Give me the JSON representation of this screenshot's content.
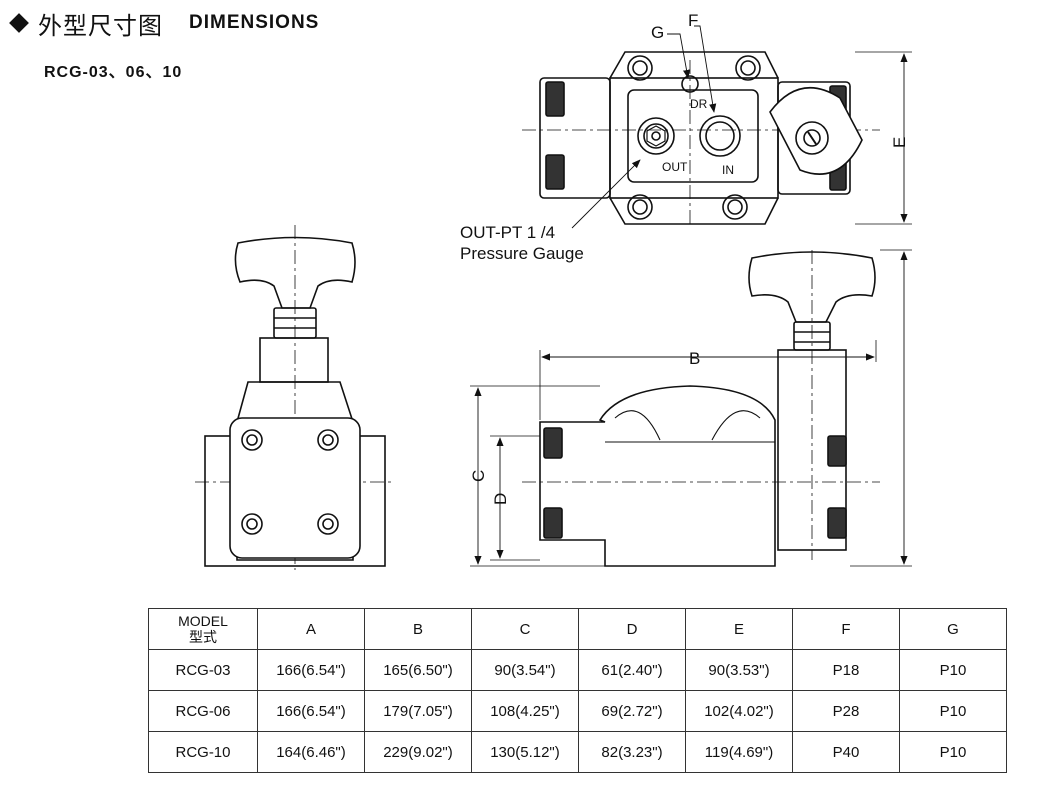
{
  "header": {
    "title_cn": "外型尺寸图",
    "title_en": "DIMENSIONS",
    "models": "RCG-03、06、10"
  },
  "drawing": {
    "top_view": {
      "label_g": "G",
      "label_f": "F",
      "label_dr": "DR",
      "label_out": "OUT",
      "label_in": "IN",
      "label_e": "E",
      "callout_line1": "OUT-PT 1 /4",
      "callout_line2": "Pressure Gauge"
    },
    "side_view": {
      "label_b": "B",
      "label_c": "C",
      "label_d": "D"
    }
  },
  "table": {
    "model_header": [
      "MODEL",
      "型式"
    ],
    "columns": [
      "A",
      "B",
      "C",
      "D",
      "E",
      "F",
      "G"
    ],
    "rows": [
      [
        "RCG-03",
        "166(6.54\")",
        "165(6.50\")",
        "90(3.54\")",
        "61(2.40\")",
        "90(3.53\")",
        "P18",
        "P10"
      ],
      [
        "RCG-06",
        "166(6.54\")",
        "179(7.05\")",
        "108(4.25\")",
        "69(2.72\")",
        "102(4.02\")",
        "P28",
        "P10"
      ],
      [
        "RCG-10",
        "164(6.46\")",
        "229(9.02\")",
        "130(5.12\")",
        "82(3.23\")",
        "119(4.69\")",
        "P40",
        "P10"
      ]
    ]
  }
}
